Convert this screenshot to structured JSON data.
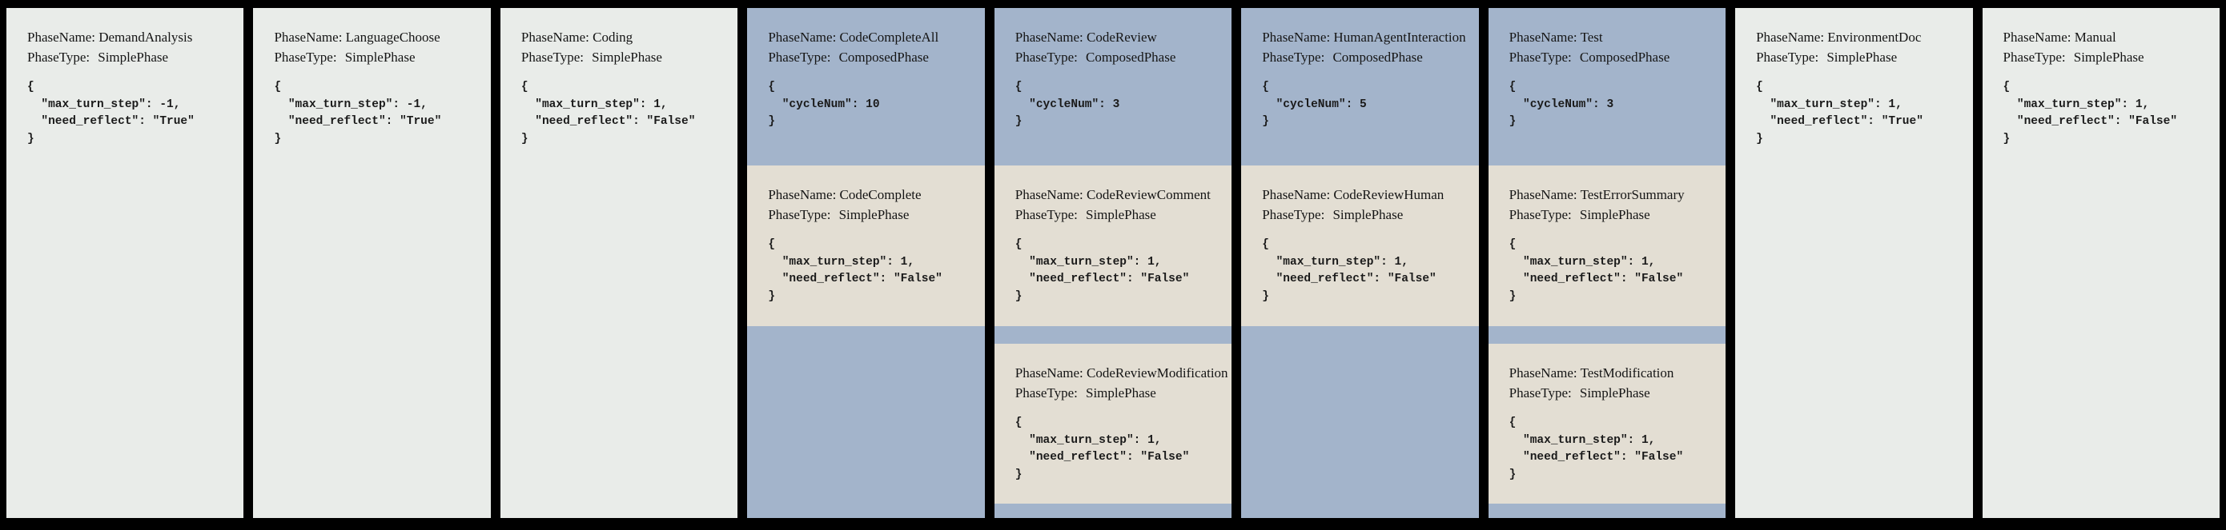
{
  "colors": {
    "canvas": "#000000",
    "simple_phase_bg": "#e9ece9",
    "composed_phase_bg": "#a3b4cb",
    "nested_simple_bg": "#e3ded3",
    "text": "#151515"
  },
  "labels": {
    "phase_name": "PhaseName:",
    "phase_type": "PhaseType:"
  },
  "phases": [
    {
      "name": "DemandAnalysis",
      "type": "SimplePhase",
      "config": "{\n  \"max_turn_step\": -1,\n  \"need_reflect\": \"True\"\n}"
    },
    {
      "name": "LanguageChoose",
      "type": "SimplePhase",
      "config": "{\n  \"max_turn_step\": -1,\n  \"need_reflect\": \"True\"\n}"
    },
    {
      "name": "Coding",
      "type": "SimplePhase",
      "config": "{\n  \"max_turn_step\": 1,\n  \"need_reflect\": \"False\"\n}"
    },
    {
      "name": "CodeCompleteAll",
      "type": "ComposedPhase",
      "config": "{\n  \"cycleNum\": 10\n}",
      "children": [
        {
          "name": "CodeComplete",
          "type": "SimplePhase",
          "config": "{\n  \"max_turn_step\": 1,\n  \"need_reflect\": \"False\"\n}"
        }
      ]
    },
    {
      "name": "CodeReview",
      "type": "ComposedPhase",
      "config": "{\n  \"cycleNum\": 3\n}",
      "children": [
        {
          "name": "CodeReviewComment",
          "type": "SimplePhase",
          "config": "{\n  \"max_turn_step\": 1,\n  \"need_reflect\": \"False\"\n}"
        },
        {
          "name": "CodeReviewModification",
          "type": "SimplePhase",
          "config": "{\n  \"max_turn_step\": 1,\n  \"need_reflect\": \"False\"\n}"
        }
      ]
    },
    {
      "name": "HumanAgentInteraction",
      "type": "ComposedPhase",
      "config": "{\n  \"cycleNum\": 5\n}",
      "children": [
        {
          "name": "CodeReviewHuman",
          "type": "SimplePhase",
          "config": "{\n  \"max_turn_step\": 1,\n  \"need_reflect\": \"False\"\n}"
        }
      ]
    },
    {
      "name": "Test",
      "type": "ComposedPhase",
      "config": "{\n  \"cycleNum\": 3\n}",
      "children": [
        {
          "name": "TestErrorSummary",
          "type": "SimplePhase",
          "config": "{\n  \"max_turn_step\": 1,\n  \"need_reflect\": \"False\"\n}"
        },
        {
          "name": "TestModification",
          "type": "SimplePhase",
          "config": "{\n  \"max_turn_step\": 1,\n  \"need_reflect\": \"False\"\n}"
        }
      ]
    },
    {
      "name": "EnvironmentDoc",
      "type": "SimplePhase",
      "config": "{\n  \"max_turn_step\": 1,\n  \"need_reflect\": \"True\"\n}"
    },
    {
      "name": "Manual",
      "type": "SimplePhase",
      "config": "{\n  \"max_turn_step\": 1,\n  \"need_reflect\": \"False\"\n}"
    }
  ]
}
